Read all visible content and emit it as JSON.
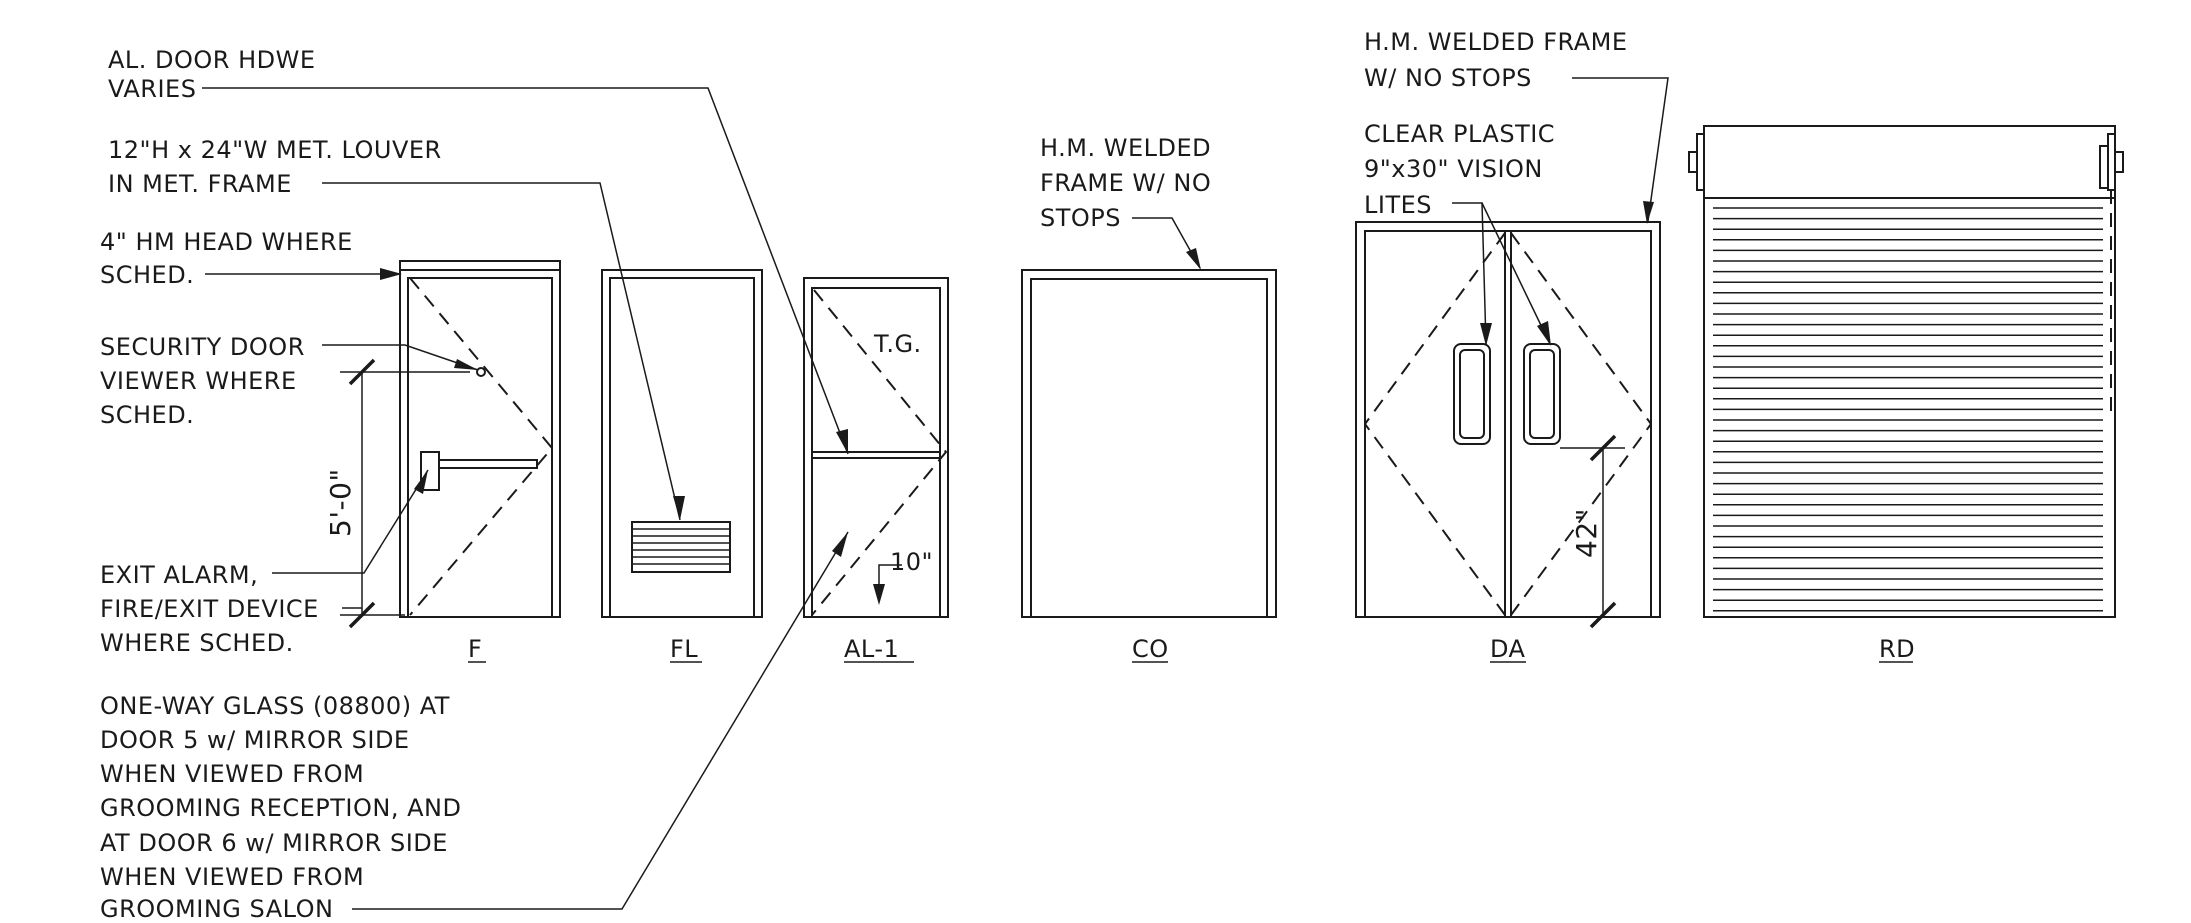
{
  "door_types": {
    "f": "F",
    "fl": "FL",
    "al1": "AL-1",
    "co": "CO",
    "da": "DA",
    "rd": "RD"
  },
  "notes": {
    "al_hardware": [
      "AL. DOOR HDWE",
      "VARIES"
    ],
    "louver": [
      "12\"H x 24\"W MET. LOUVER",
      "IN MET. FRAME"
    ],
    "hm_head": [
      "4\" HM HEAD WHERE",
      "SCHED."
    ],
    "door_viewer": [
      "SECURITY DOOR",
      "VIEWER WHERE",
      "SCHED."
    ],
    "exit_device": [
      "EXIT ALARM,",
      "FIRE/EXIT DEVICE",
      "WHERE SCHED."
    ],
    "one_way_glass": [
      "ONE-WAY GLASS (08800) AT",
      "DOOR 5 w/ MIRROR SIDE",
      "WHEN VIEWED FROM",
      "GROOMING RECEPTION, AND",
      "AT DOOR 6 w/ MIRROR SIDE",
      "WHEN VIEWED FROM",
      "GROOMING SALON"
    ],
    "co_frame": [
      "H.M. WELDED",
      "FRAME W/ NO",
      "STOPS"
    ],
    "da_frame": [
      "H.M. WELDED FRAME",
      "W/ NO STOPS"
    ],
    "vision_lites": [
      "CLEAR PLASTIC",
      "9\"x30\" VISION",
      "LITES"
    ]
  },
  "glazing_label": "T.G.",
  "dimensions": {
    "viewer_height": "5'-0\"",
    "glass_offset": "10\"",
    "lite_height": "42\""
  }
}
